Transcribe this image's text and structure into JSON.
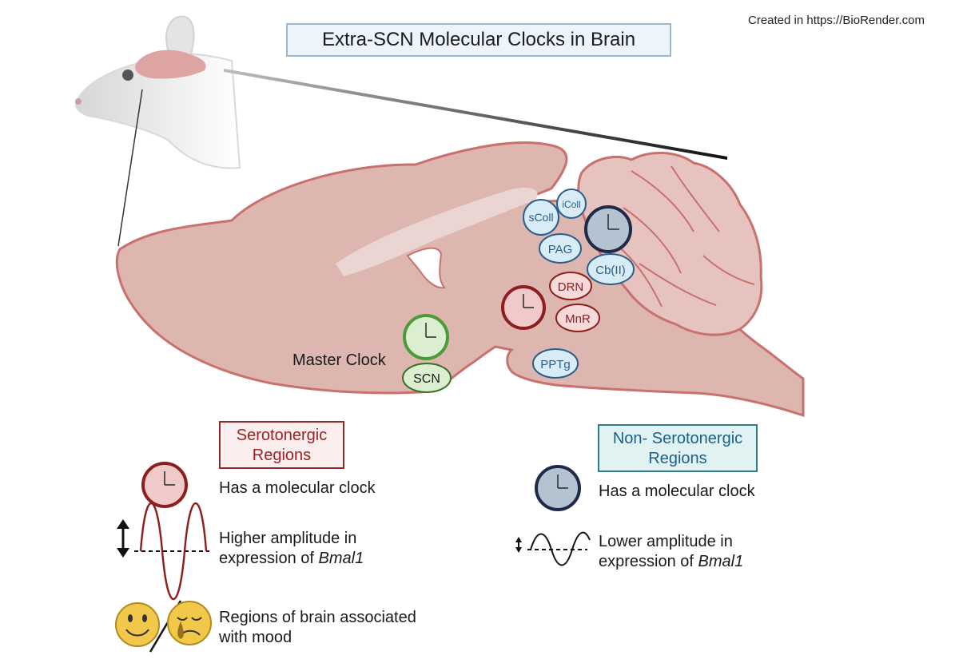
{
  "credit": "Created in  https://BioRender.com",
  "title": "Extra-SCN Molecular Clocks in Brain",
  "master_clock_label": "Master Clock",
  "regions": {
    "scn": "SCN",
    "scoll": "sColl",
    "icoll": "iColl",
    "pag": "PAG",
    "cb": "Cb(II)",
    "drn": "DRN",
    "mnr": "MnR",
    "pptg": "PPTg"
  },
  "legend": {
    "serotonergic": {
      "header_line1": "Serotonergic",
      "header_line2": "Regions",
      "clock_text": "Has a molecular clock",
      "amplitude_line1": "Higher amplitude in",
      "amplitude_line2_prefix": "expression of ",
      "gene": "Bmal1",
      "mood_line1": "Regions of brain associated",
      "mood_line2": "with mood"
    },
    "non_serotonergic": {
      "header_line1": "Non- Serotonergic",
      "header_line2": "Regions",
      "clock_text": "Has a molecular clock",
      "amplitude_line1": "Lower amplitude in",
      "amplitude_line2_prefix": "expression of ",
      "gene": "Bmal1"
    }
  },
  "colors": {
    "brain_fill": "#ddb6b0",
    "brain_stroke": "#c9716c",
    "serotonergic": "#8e1e1e",
    "serotonergic_fill": "#f0c9c9",
    "non_serotonergic": "#1f2a4a",
    "region_blue_fill": "#d7ecf6",
    "region_blue_stroke": "#2a5d8a",
    "master_green": "#4c9a38",
    "master_green_fill": "#dbeecf"
  },
  "icons": [
    "mouse-head",
    "brain-sagittal",
    "clock-icon",
    "sine-wave-icon",
    "double-arrow-icon",
    "happy-face-icon",
    "sad-face-icon"
  ]
}
